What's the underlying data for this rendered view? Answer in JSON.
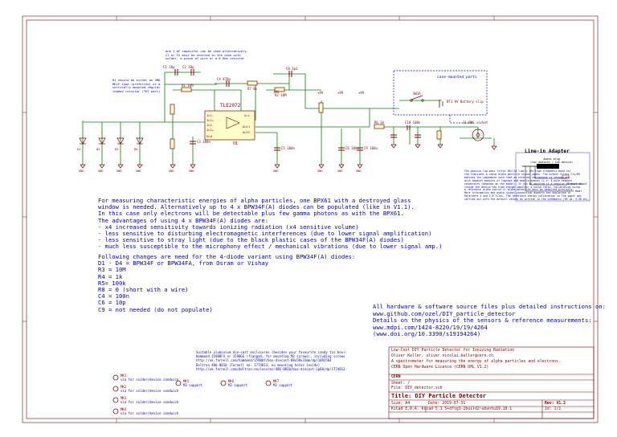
{
  "colors": {
    "frame": "#840000",
    "wire": "#008400",
    "text": "#0000c8",
    "component": "#840000",
    "bus": "#0000c8"
  },
  "sheet": {
    "opamp": {
      "ref": "U1",
      "value": "TLE2072"
    },
    "parts": [
      {
        "ref": "C1",
        "value": "10p"
      },
      {
        "ref": "C2",
        "value": "10p"
      },
      {
        "ref": "C4",
        "value": "470n"
      },
      {
        "ref": "C8",
        "value": "3p3"
      },
      {
        "ref": "C3",
        "value": "100n"
      },
      {
        "ref": "C5",
        "value": "100n"
      },
      {
        "ref": "C6",
        "value": "100n"
      },
      {
        "ref": "C7",
        "value": "100n"
      },
      {
        "ref": "C9",
        "value": "100u"
      },
      {
        "ref": "C10",
        "value": "100n"
      },
      {
        "ref": "R1",
        "value": "10M"
      },
      {
        "ref": "R2",
        "value": "10M"
      },
      {
        "ref": "R3",
        "value": "1k"
      },
      {
        "ref": "R4",
        "value": "1k"
      },
      {
        "ref": "R5",
        "value": "100k"
      },
      {
        "ref": "R6",
        "value": "1k"
      },
      {
        "ref": "R7",
        "value": "8k"
      },
      {
        "ref": "R8",
        "value": "1k"
      },
      {
        "ref": "R9",
        "value": "1k"
      },
      {
        "ref": "BT1",
        "value": "9V Battery clip"
      },
      {
        "ref": "SW1A",
        "value": "Switch"
      },
      {
        "ref": "J1",
        "value": "BNC socket"
      }
    ],
    "diodes": [
      "D1",
      "D2",
      "D3",
      "D4"
    ],
    "gnd_label": "GND",
    "vcc_label": "+9V",
    "opamp_pins": [
      "In1-",
      "In1+",
      "In2-",
      "In2+",
      "Gnd",
      "Vcc",
      "Out1",
      "Out2"
    ],
    "top_note": "one 1 pF capacitor can be used alternatively.\nC1 or C2 must be shorted in the case with\nsolder, a piece of wire or a 0 Ohm resistor",
    "left_note": "R1 should be either an SMD\nMELF type (preferred) or a\nvertically mounted regular\nleaded resistor (THT part)",
    "enclosure_label": "case-mounted parts",
    "adapter": {
      "title": "Line-in Adapter",
      "subtitle": "Audio plug\n(for Android / iOS device)",
      "labels": [
        "Signal input",
        "Left Rear"
      ]
    },
    "right_note": "The passive low-pass filter R8/C10 limits the high frequency band for\nthe transient & sharp alpha particle signal peaks. The output filter C11/R9\nmatches the impedance such that an external microphone is recognised\nwith headset modules of laptops and mobile phones (i.e. 4-pole headset\nconnectors (depends on the model). It can be omitted if a regular microphone\ninside the device has high enough impulse) a noise ratio, calibration using\na reference alpha source if alpha detection must be measured precisely.\nMore information and audio signal-connection aspects are explained in\nReference 1 and 2.8 files. The reference energy calibration in the paper was\ncarried out with the default values as written in the schematic (R9 ca. 3.30 ms)."
  },
  "notes": {
    "block1": [
      "For measuring characteristic energies of alpha particles, one BPX61 with a destroyed glass",
      "window is needed.  Alternatively up to 4 x BPW34F(A) diodes can be populated (like in V1.1).",
      "In this case only electrons will be detectable plus few gamma photons as with the BPX61.",
      "The advantages of using 4 x BPW34F(A) diodes are:",
      "- x4 increased sensitivity towards ionizing radiation (x4 sensitive volume)",
      "- less sensitive to disturbing electromagnetic interferences (due to lower signal amplification)",
      "- less sensitive to stray light (due to the black plastic cases of the BPW34F(A) diodes)",
      "- much less susceptible to the microphony effect / mechanical vibrations (due to lower signal amp.)"
    ],
    "block2": [
      "Following changes are need for the 4-diode variant using BPW34F(A) diodes:",
      "D1 - D4 = BPW34F or BPW34FA, from Osram or Vishay",
      "R3 = 10M",
      "R4 = 1k",
      "R5= 100k",
      "R8 = 0 (short with a wire)",
      "C4 = 100n",
      "C6 = 10p",
      "C9 = not needed (do not populate)"
    ],
    "links": [
      "All hardware & software source files plus detailed instructions on:",
      "www.github.com/ozel/DIY_particle_detector",
      "Details on the physics of the sensors & reference measurements:",
      "www.mdpi.com/1424-8220/19/19/4264",
      "(www.doi.org/10.3390/s19194264)"
    ],
    "enclosure": [
      "Suitable aluminium die-cast enclosures (besides your favourite candy tin box):",
      "Hammond 1590BFX or 1590GS (flanged, for mounting M2 screws), including screws",
      "http://uk.farnell.com/hammond/1590bf/box-diecast-88x58x31mm/dp/1092564",
      "Deltron 486-0010 (Farnell no. 1774813, no mounting holes inside)",
      "http://uk.farnell.com/deltron-enclosures/486-0010/box-diecast-ip68/dp/1774813"
    ]
  },
  "mounting_holes": [
    {
      "ref": "MK1",
      "label": "via for solder/device sandwich"
    },
    {
      "ref": "MK2",
      "label": "via for solder/device sandwich"
    },
    {
      "ref": "MK3",
      "label": "via for solder/device sandwich"
    },
    {
      "ref": "MK4",
      "label": "via for solder/device sandwich"
    }
  ],
  "m3_holes": [
    {
      "ref": "MK5",
      "label": "M3 support"
    },
    {
      "ref": "MK6",
      "label": "M3 support"
    },
    {
      "ref": "MK7",
      "label": "M3 support"
    }
  ],
  "title_block": {
    "line1": "Low-Cost DIY Particle Detector for Ionizing Radiation",
    "line2": "Oliver Keller, oliver.nicolai.keller@cern.ch",
    "line3": "A spectrometer for measuring the energy of alpha particles and electrons.",
    "line4": "CERN Open Hardware Licence (CERN OHL V1.2)",
    "org": "CERN",
    "sheet": "Sheet: /",
    "file": "File: DIY_detector.sch",
    "title": "Title: DIY Particle Detector",
    "size": "Size: A4",
    "date": "Date: 2019-07-31",
    "rev": "Rev: V1.2",
    "kicad": "KiCad E.D.A.   kicad 5.1.5+dfsg1-2build2~ubuntu19.10.1",
    "id": "Id: 1/1"
  }
}
